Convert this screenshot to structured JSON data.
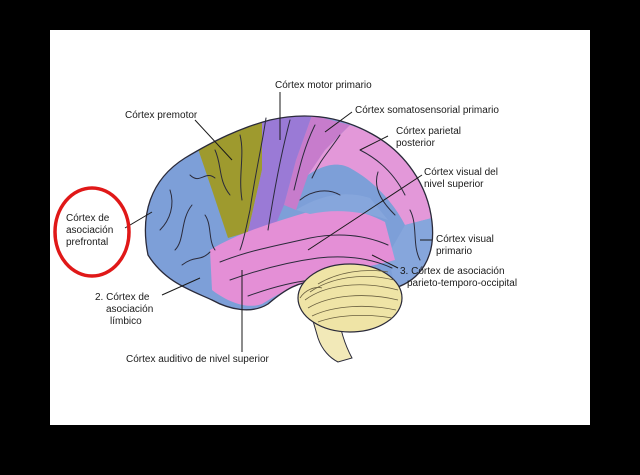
{
  "colors": {
    "frame": "#000000",
    "panel": "#ffffff",
    "prefrontal": "#7d9fd8",
    "premotor": "#9e9a2e",
    "motor": "#9a7ad6",
    "somatosensory": "#c77ccc",
    "parietal": "#e398d9",
    "temporal": "#e48fd6",
    "visual_blue": "#86a6dc",
    "cerebellum": "#efe4a6",
    "brainstem": "#f2e9b8",
    "highlight_circle": "#e01818",
    "outline": "#2a2a3a"
  },
  "labels": {
    "premotor": "Córtex premotor",
    "motor": "Córtex motor primario",
    "somatosensory": "Córtex somatosensorial primario",
    "parietal_1": "Córtex parietal",
    "parietal_2": "posterior",
    "visual_high_1": "Córtex visual del",
    "visual_high_2": "nivel superior",
    "visual_prim_1": "Córtex visual",
    "visual_prim_2": "primario",
    "ptoc_1": "3. Córtex de asociación",
    "ptoc_2": "parieto-temporo-occipital",
    "prefrontal_1": "Córtex de",
    "prefrontal_2": "asociación",
    "prefrontal_3": "prefrontal",
    "limbic_1": "2. Córtex de",
    "limbic_2": "asociación",
    "limbic_3": "límbico",
    "auditory": "Córtex auditivo de nivel superior"
  }
}
